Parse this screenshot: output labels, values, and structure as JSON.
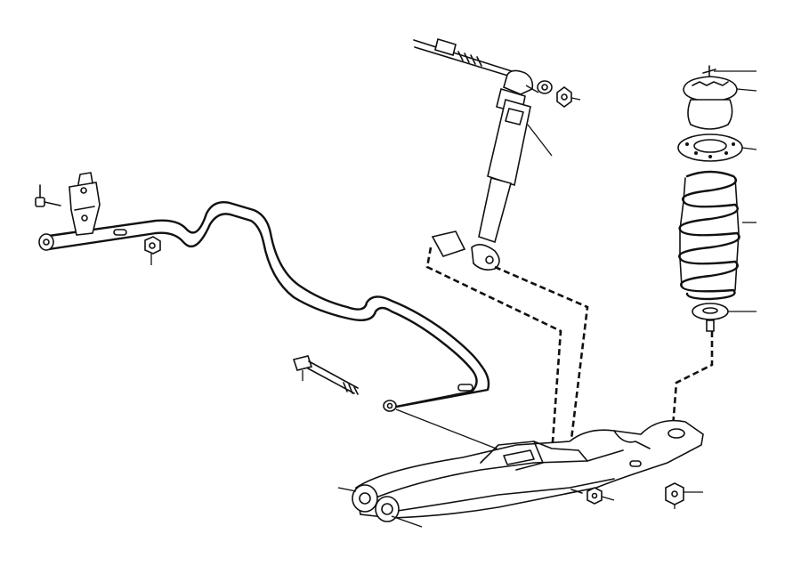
{
  "diagram": {
    "type": "exploded-parts-drawing",
    "parts": [
      {
        "name": "stabilizer-bar"
      },
      {
        "name": "stabilizer-bracket"
      },
      {
        "name": "bracket-screw"
      },
      {
        "name": "bracket-nut"
      },
      {
        "name": "link-bolt"
      },
      {
        "name": "shock-absorber"
      },
      {
        "name": "shock-upper-stud"
      },
      {
        "name": "shock-washer"
      },
      {
        "name": "shock-nut"
      },
      {
        "name": "shock-bushing"
      },
      {
        "name": "spring-upper-mount"
      },
      {
        "name": "spring-seat"
      },
      {
        "name": "coil-spring"
      },
      {
        "name": "spring-lower-insulator"
      },
      {
        "name": "lower-control-arm"
      },
      {
        "name": "arm-bushing"
      },
      {
        "name": "arm-nut"
      },
      {
        "name": "spring-nut"
      }
    ],
    "line_color": "#111111",
    "background_color": "#ffffff"
  }
}
